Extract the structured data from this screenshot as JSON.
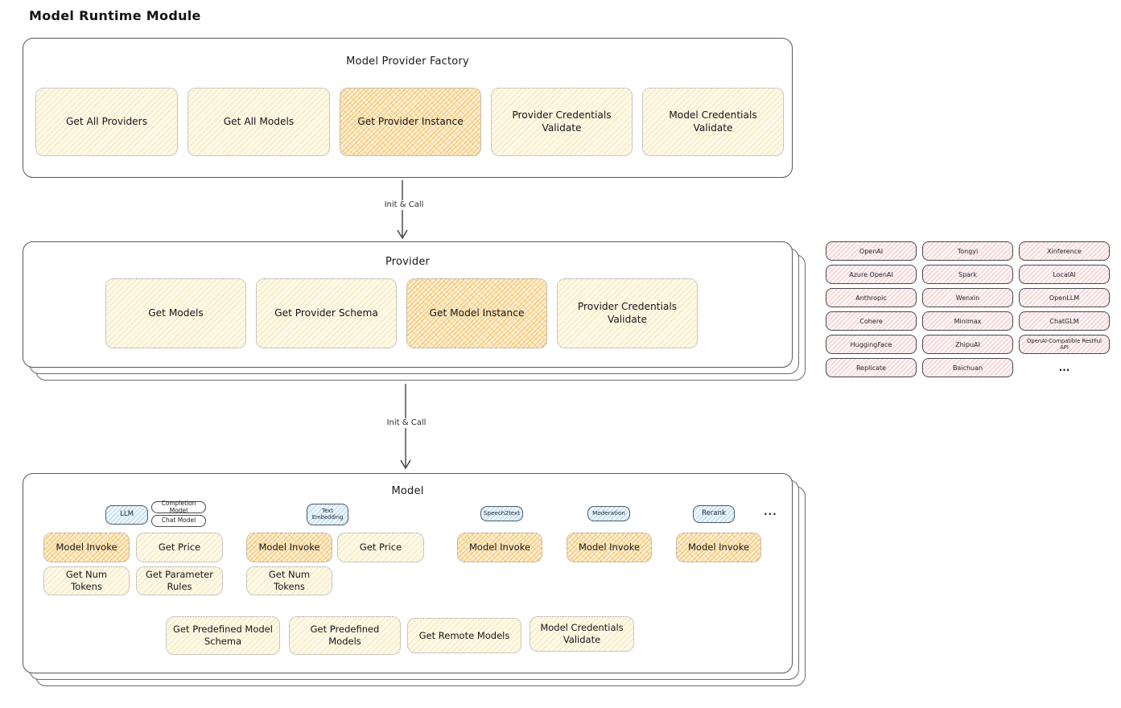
{
  "page_title": "Model Runtime Module",
  "colors": {
    "cream_fill": "#fdf9ea",
    "cream_hatch": "#f4d682",
    "orange_fill": "#fcefd2",
    "orange_hatch": "#f6b858",
    "pink_fill": "#fdf4f4",
    "pink_hatch": "#eea8a8",
    "blue_fill": "#eef6fd",
    "blue_hatch": "#8ac2f0",
    "box_border": "#56575d",
    "text": "#1b1b1f"
  },
  "factory": {
    "title": "Model Provider Factory",
    "buttons": [
      "Get All Providers",
      "Get All Models",
      "Get Provider Instance",
      "Provider Credentials Validate",
      "Model Credentials Validate"
    ]
  },
  "arrows": {
    "init_call_1": "Init & Call",
    "init_call_2": "Init & Call"
  },
  "provider": {
    "title": "Provider",
    "buttons": [
      "Get Models",
      "Get Provider Schema",
      "Get Model Instance",
      "Provider Credentials Validate"
    ]
  },
  "provider_list": {
    "items": [
      "OpenAI",
      "Tongyi",
      "Xinference",
      "Azure OpenAI",
      "Spark",
      "LocalAI",
      "Anthropic",
      "Wenxin",
      "OpenLLM",
      "Cohere",
      "Minimax",
      "ChatGLM",
      "HuggingFace",
      "ZhipuAI",
      "OpenAI-Compatible RestFul API",
      "Replicate",
      "Baichuan"
    ],
    "more": "..."
  },
  "model": {
    "title": "Model",
    "more": "...",
    "tags": {
      "llm": "LLM",
      "completion_model": "Completion Model",
      "chat_model": "Chat Model",
      "text_embedding": "Text Embedding",
      "speech2text": "Speech2text",
      "moderation": "Moderation",
      "rerank": "Rerank"
    },
    "llm_ops": [
      "Model Invoke",
      "Get Price",
      "Get Num Tokens",
      "Get Parameter Rules"
    ],
    "embedding_ops": [
      "Model Invoke",
      "Get Price",
      "Get Num Tokens"
    ],
    "speech2text_ops": [
      "Model Invoke"
    ],
    "moderation_ops": [
      "Model Invoke"
    ],
    "rerank_ops": [
      "Model Invoke"
    ],
    "bottom_ops": [
      "Get Predefined Model Schema",
      "Get Predefined Models",
      "Get Remote Models",
      "Model Credentials Validate"
    ]
  }
}
